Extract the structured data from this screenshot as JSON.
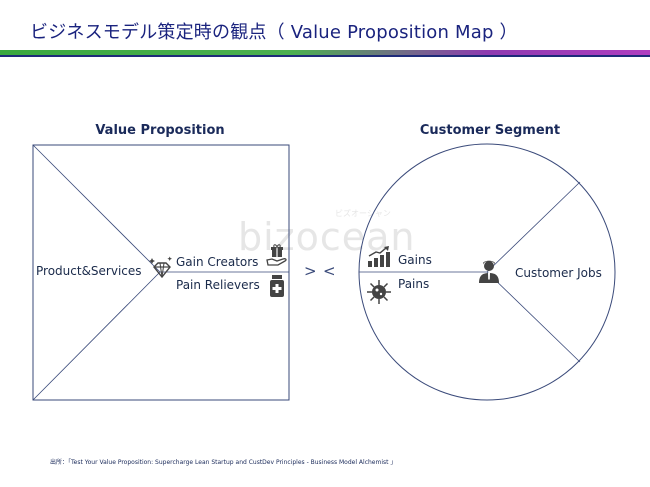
{
  "header": {
    "title": "ビジネスモデル策定時の観点（ Value Proposition Map ）"
  },
  "diagram": {
    "value_proposition": {
      "heading": "Value Proposition",
      "items": [
        {
          "label": "Product&Services",
          "icon": "diamond-icon"
        },
        {
          "label": "Gain Creators",
          "icon": "gift-hand-icon"
        },
        {
          "label": "Pain Relievers",
          "icon": "medicine-bottle-icon"
        }
      ]
    },
    "customer_segment": {
      "heading": "Customer Segment",
      "items": [
        {
          "label": "Gains",
          "icon": "growth-chart-icon"
        },
        {
          "label": "Pains",
          "icon": "virus-icon"
        },
        {
          "label": "Customer Jobs",
          "icon": "person-icon"
        }
      ]
    },
    "fit_arrows": {
      "right": ">",
      "left": "<"
    }
  },
  "watermark": {
    "text": "bizocean",
    "sub": "ビズオーシャン"
  },
  "footer": {
    "source": "出所：「Test Your Value Proposition: Supercharge Lean Startup and CustDev Principles - Business Model Alchemist 」"
  },
  "colors": {
    "title": "#1a237e",
    "line": "#3a4a7a",
    "accent_green": "#4caf50",
    "accent_purple": "#b03ec0"
  }
}
